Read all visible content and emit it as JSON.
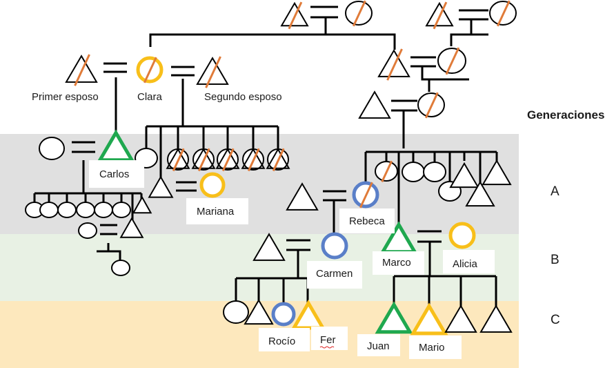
{
  "title": "Genograma familiar",
  "legend": {
    "heading": "Generaciones",
    "generations": [
      {
        "id": "A",
        "label": "A",
        "color": "#e0e0e0"
      },
      {
        "id": "B",
        "label": "B",
        "color": "#e8f1e4"
      },
      {
        "id": "C",
        "label": "C",
        "color": "#fde8bd"
      }
    ]
  },
  "colors": {
    "line": "#000000",
    "deceased_slash": "#e07b39",
    "green": "#1fa84f",
    "yellow": "#f8bf1a",
    "blue": "#5a7fc8"
  },
  "labels": {
    "primer_esposo": "Primer esposo",
    "clara": "Clara",
    "segundo_esposo": "Segundo esposo",
    "carlos": "Carlos",
    "mariana": "Mariana",
    "rebeca": "Rebeca",
    "carmen": "Carmen",
    "marco": "Marco",
    "alicia": "Alicia",
    "rocio": "Rocío",
    "fer": "Fer",
    "juan": "Juan",
    "mario": "Mario"
  },
  "symbols": {
    "male": "triangle",
    "female": "circle",
    "deceased": "orange slash",
    "marriage": "double line"
  }
}
